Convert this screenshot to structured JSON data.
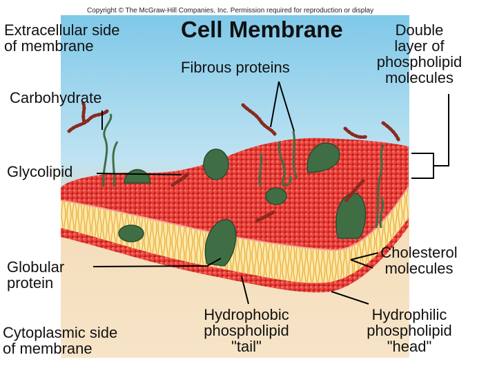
{
  "copyright": "Copyright © The McGraw-Hill Companies, Inc. Permission required for reproduction or display",
  "title": "Cell Membrane",
  "labels": {
    "extracellular": "Extracellular side\nof membrane",
    "double_layer": "Double\nlayer of\nphospholipid\nmolecules",
    "fibrous": "Fibrous proteins",
    "carbohydrate": "Carbohydrate",
    "glycolipid": "Glycolipid",
    "globular": "Globular\nprotein",
    "cholesterol": "Cholesterol\nmolecules",
    "cytoplasmic": "Cytoplasmic side\nof membrane",
    "hydrophobic": "Hydrophobic\nphospholipid\n\"tail\"",
    "hydrophilic": "Hydrophilic\nphospholipid\n\"head\""
  },
  "colors": {
    "head": "#e0312e",
    "tail": "#f5c04a",
    "protein": "#3f6e44",
    "carbohydrate": "#8a2a1e"
  }
}
